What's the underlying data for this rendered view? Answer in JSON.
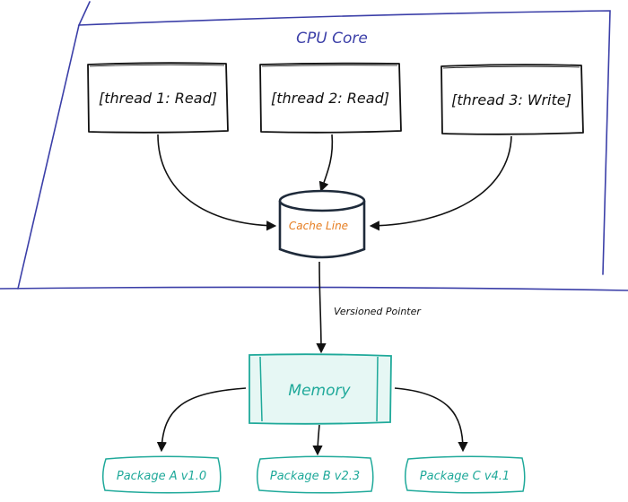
{
  "cluster": {
    "label": "CPU Core",
    "stroke": "#3b3fa8",
    "label_color": "#3b3fa8"
  },
  "threads": [
    {
      "label": "[thread 1: Read]"
    },
    {
      "label": "[thread 2: Read]"
    },
    {
      "label": "[thread 3: Write]"
    }
  ],
  "cache": {
    "label": "Cache Line",
    "label_color": "#e67e22",
    "stroke": "#1e2a3a"
  },
  "edge_cache_memory": {
    "label": "Versioned Pointer"
  },
  "memory": {
    "label": "Memory",
    "color": "#1fa99a"
  },
  "packages": [
    {
      "label": "Package A v1.0"
    },
    {
      "label": "Package B v2.3"
    },
    {
      "label": "Package C v4.1"
    }
  ],
  "colors": {
    "ink": "#111111",
    "teal": "#1fa99a",
    "teal_fill": "#e6f7f4",
    "indigo": "#3b3fa8",
    "orange": "#e67e22"
  }
}
